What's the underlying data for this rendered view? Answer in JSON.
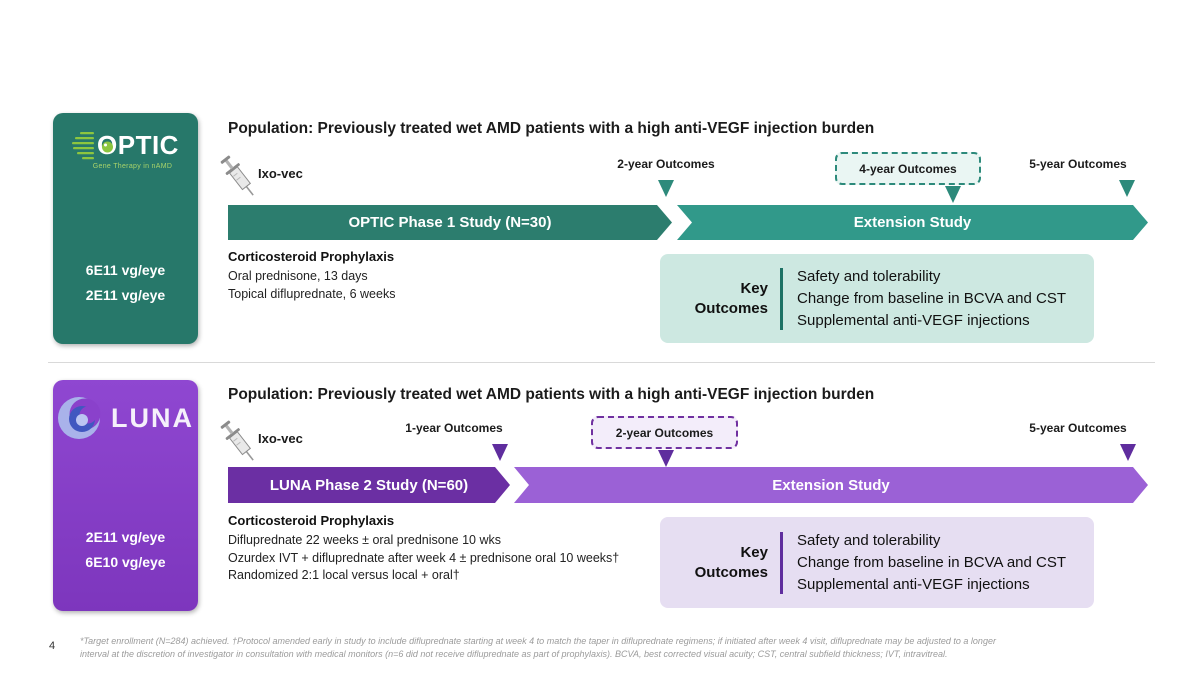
{
  "colors": {
    "optic_card": "#27786a",
    "optic_phase_bar": "#2c7d6e",
    "optic_extension_bar": "#31998a",
    "optic_outcomes_bg": "#cde8e1",
    "optic_logo_green": "#8dc63f",
    "luna_card": "#8a41cb",
    "luna_phase_bar": "#6b2fa3",
    "luna_extension_bar": "#9b61d6",
    "luna_outcomes_bg": "#e6def2",
    "luna_accent": "#7030a0"
  },
  "sections": [
    {
      "id": "optic",
      "logo": {
        "text": "OPTIC",
        "subtitle": "Gene Therapy in nAMD"
      },
      "doses": [
        "6E11 vg/eye",
        "2E11 vg/eye"
      ],
      "population": "Population: Previously treated wet AMD patients with a high anti-VEGF injection burden",
      "treatment_label": "Ixo-vec",
      "milestones": [
        {
          "label": "2-year Outcomes",
          "dashed": false
        },
        {
          "label": "4-year Outcomes",
          "dashed": true
        },
        {
          "label": "5-year Outcomes",
          "dashed": false
        }
      ],
      "timeline": {
        "phase_label": "OPTIC Phase 1 Study (N=30)",
        "extension_label": "Extension Study"
      },
      "prophylaxis": {
        "title": "Corticosteroid Prophylaxis",
        "lines": [
          "Oral prednisone, 13 days",
          "Topical difluprednate, 6 weeks"
        ]
      },
      "key_outcomes": {
        "label": "Key Outcomes",
        "items": [
          "Safety and tolerability",
          "Change from baseline in BCVA and CST",
          "Supplemental anti-VEGF injections"
        ]
      }
    },
    {
      "id": "luna",
      "logo": {
        "text": "LUNA",
        "subtitle": ""
      },
      "doses": [
        "2E11 vg/eye",
        "6E10 vg/eye"
      ],
      "population": "Population: Previously treated wet AMD patients with a high anti-VEGF injection burden",
      "treatment_label": "Ixo-vec",
      "milestones": [
        {
          "label": "1-year Outcomes",
          "dashed": false
        },
        {
          "label": "2-year Outcomes",
          "dashed": true
        },
        {
          "label": "5-year Outcomes",
          "dashed": false
        }
      ],
      "timeline": {
        "phase_label": "LUNA Phase 2 Study (N=60)",
        "extension_label": "Extension Study"
      },
      "prophylaxis": {
        "title": "Corticosteroid Prophylaxis",
        "lines": [
          "Difluprednate 22 weeks ± oral prednisone 10 wks",
          "Ozurdex IVT + difluprednate after week 4 ± prednisone oral 10 weeks†",
          "Randomized 2:1 local versus local + oral†"
        ]
      },
      "key_outcomes": {
        "label": "Key Outcomes",
        "items": [
          "Safety and tolerability",
          "Change from baseline in BCVA and CST",
          "Supplemental anti-VEGF injections"
        ]
      }
    }
  ],
  "footer": {
    "page_number": "4",
    "footnote": "*Target enrollment (N=284) achieved. †Protocol amended early in study to include difluprednate starting at week 4 to match the taper in difluprednate regimens; if initiated after week 4 visit, difluprednate may be adjusted to a longer interval at the discretion of investigator in consultation with medical monitors (n=6 did not receive difluprednate as part of prophylaxis). BCVA, best corrected visual acuity; CST, central subfield thickness; IVT, intravitreal."
  }
}
